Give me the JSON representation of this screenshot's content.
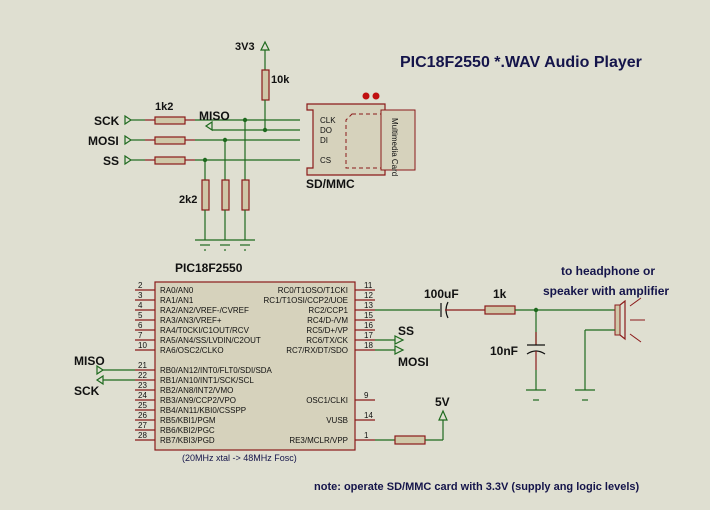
{
  "title": "PIC18F2550 *.WAV Audio Player",
  "colors": {
    "background": "#dfdfd1",
    "wire": "#1e6a1e",
    "component": "#8b1a1a",
    "title": "#14144a"
  },
  "sd_section": {
    "supply_label": "3V3",
    "pullup_label": "10k",
    "series_resistor_label": "1k2",
    "pulldown_label": "2k2",
    "miso_label": "MISO",
    "ports": [
      "SCK",
      "MOSI",
      "SS"
    ],
    "sd_card": {
      "name": "SD/MMC",
      "pins": [
        "CLK",
        "DO",
        "DI",
        "CS"
      ],
      "card_text": "Multimedia Card"
    }
  },
  "mcu": {
    "name": "PIC18F2550",
    "left_pins": [
      {
        "num": "2",
        "name": "RA0/AN0"
      },
      {
        "num": "3",
        "name": "RA1/AN1"
      },
      {
        "num": "4",
        "name": "RA2/AN2/VREF-/CVREF"
      },
      {
        "num": "5",
        "name": "RA3/AN3/VREF+"
      },
      {
        "num": "6",
        "name": "RA4/T0CKI/C1OUT/RCV"
      },
      {
        "num": "7",
        "name": "RA5/AN4/SS/LVDIN/C2OUT"
      },
      {
        "num": "10",
        "name": "RA6/OSC2/CLKO"
      },
      {
        "num": "21",
        "name": "RB0/AN12/INT0/FLT0/SDI/SDA"
      },
      {
        "num": "22",
        "name": "RB1/AN10/INT1/SCK/SCL"
      },
      {
        "num": "23",
        "name": "RB2/AN8/INT2/VMO"
      },
      {
        "num": "24",
        "name": "RB3/AN9/CCP2/VPO"
      },
      {
        "num": "25",
        "name": "RB4/AN11/KBI0/CSSPP"
      },
      {
        "num": "26",
        "name": "RB5/KBI1/PGM"
      },
      {
        "num": "27",
        "name": "RB6/KBI2/PGC"
      },
      {
        "num": "28",
        "name": "RB7/KBI3/PGD"
      }
    ],
    "right_pins": [
      {
        "num": "11",
        "name": "RC0/T1OSO/T1CKI"
      },
      {
        "num": "12",
        "name": "RC1/T1OSI/CCP2/UOE"
      },
      {
        "num": "13",
        "name": "RC2/CCP1"
      },
      {
        "num": "15",
        "name": "RC4/D-/VM"
      },
      {
        "num": "16",
        "name": "RC5/D+/VP"
      },
      {
        "num": "17",
        "name": "RC6/TX/CK"
      },
      {
        "num": "18",
        "name": "RC7/RX/DT/SDO"
      },
      {
        "num": "9",
        "name": "OSC1/CLKI"
      },
      {
        "num": "14",
        "name": "VUSB"
      },
      {
        "num": "1",
        "name": "RE3/MCLR/VPP"
      }
    ],
    "clock_note": "(20MHz xtal -> 48MHz Fosc)",
    "left_ports": [
      "MISO",
      "SCK"
    ],
    "right_ports": [
      "SS",
      "MOSI"
    ],
    "mclr_supply": "5V"
  },
  "audio": {
    "coupling_cap": "100uF",
    "filter_resistor": "1k",
    "filter_cap": "10nF",
    "output_label_line1": "to headphone or",
    "output_label_line2": "speaker with amplifier"
  },
  "note": "note: operate SD/MMC  card with 3.3V (supply ang logic levels)"
}
